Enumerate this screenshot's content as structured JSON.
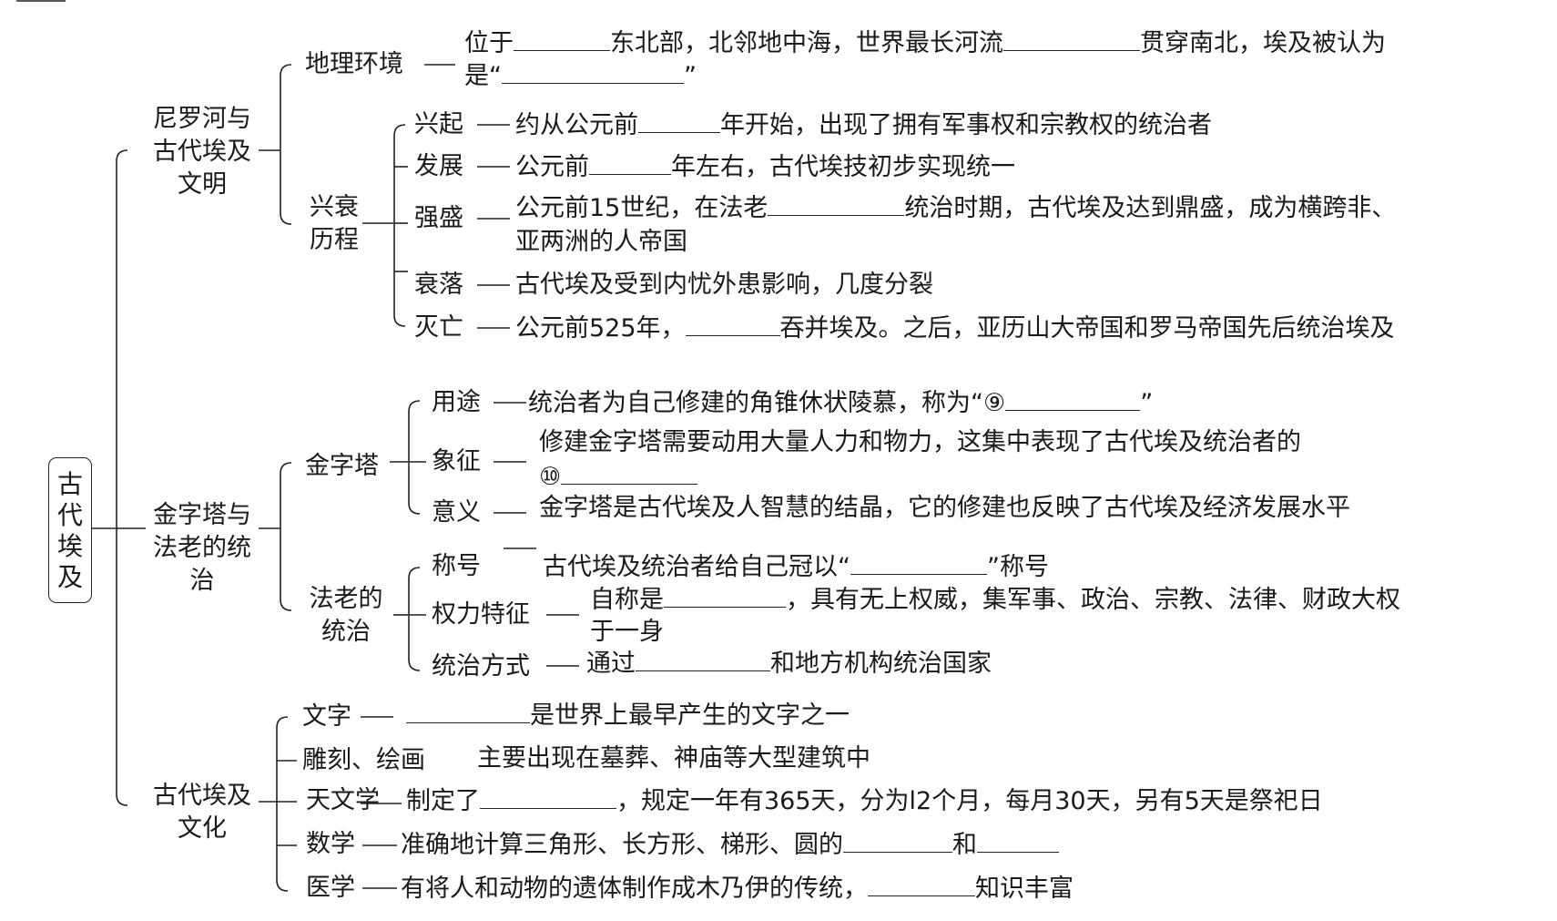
{
  "root": "古代埃及",
  "nile": {
    "title": "尼罗河与古代埃及文明",
    "geo": {
      "label": "地理环境",
      "a": "位于",
      "b": "东北部，北邻地中海，世界最长河流",
      "c": "贯穿南北，埃及被认为",
      "d": "是“",
      "e": "”"
    },
    "history_label": "兴衰历程",
    "rise": {
      "label": "兴起",
      "a": "约从公元前",
      "b": "年开始，出现了拥有军事权和宗教权的统治者"
    },
    "develop": {
      "label": "发展",
      "a": "公元前",
      "b": "年左右，古代埃技初步实现统一"
    },
    "peak": {
      "label": "强盛",
      "a": "公元前15世纪，在法老",
      "b": "统治时期，古代埃及达到鼎盛，成为横跨非、",
      "c": "亚两洲的人帝国"
    },
    "decline": {
      "label": "衰落",
      "a": "古代埃及受到内忧外患影响，几度分裂"
    },
    "fall": {
      "label": "灭亡",
      "a": "公元前525年，",
      "b": "吞并埃及。之后，亚历山大帝国和罗马帝国先后统治埃及"
    }
  },
  "pyramid": {
    "title": "金字塔与法老的统治",
    "pyr_label": "金字塔",
    "use": {
      "label": "用途",
      "a": "统治者为自己修建的角锥休状陵慕，称为“⑨",
      "b": "”"
    },
    "symbol": {
      "label": "象征",
      "a": "修建金字塔需要动用大量人力和物力，这集中表现了古代埃及统治者的",
      "b": "⑩"
    },
    "meaning": {
      "label": "意义",
      "a": "金字塔是古代埃及人智慧的结晶，它的修建也反映了古代埃及经济发展水平"
    },
    "rule_label": "法老的统治",
    "title2": {
      "label": "称号",
      "a": "古代埃及统治者给自己冠以“",
      "b": "”称号"
    },
    "power": {
      "label": "权力特征",
      "a": "自称是",
      "b": "，具有无上权威，集军事、政治、宗教、法律、财政大权",
      "c": "于一身"
    },
    "method": {
      "label": "统治方式",
      "a": "通过",
      "b": "和地方机构统治国家"
    }
  },
  "culture": {
    "title": "古代埃及文化",
    "writing": {
      "label": "文字",
      "a": "是世界上最早产生的文字之一"
    },
    "art": {
      "label": "雕刻、绘画",
      "a": "主要出现在墓葬、神庙等大型建筑中"
    },
    "astro": {
      "label": "天文学",
      "a": "制定了",
      "b": "，规定一年有365天，分为l2个月，每月30天，另有5天是祭祀日"
    },
    "math": {
      "label": "数学",
      "a": "准确地计算三角形、长方形、梯形、圆的",
      "b": "和"
    },
    "medicine": {
      "label": "医学",
      "a": "有将人和动物的遗体制作成木乃伊的传统，",
      "b": "知识丰富"
    }
  }
}
